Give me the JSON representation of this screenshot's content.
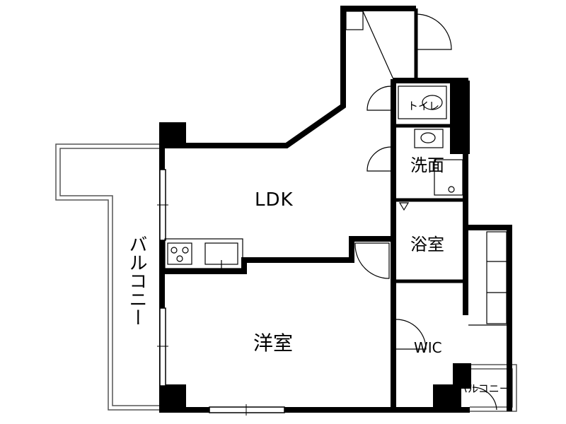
{
  "rooms": {
    "ldk": "LDK",
    "western_room": "洋室",
    "washroom": "洗面",
    "toilet": "トイレ",
    "bathroom": "浴室",
    "walk_in_closet": "WIC",
    "balcony_left": "バルコニー",
    "balcony_right": "バルコニー"
  },
  "colors": {
    "wall": "#000000",
    "background": "#ffffff",
    "balcony_line": "#555555"
  }
}
